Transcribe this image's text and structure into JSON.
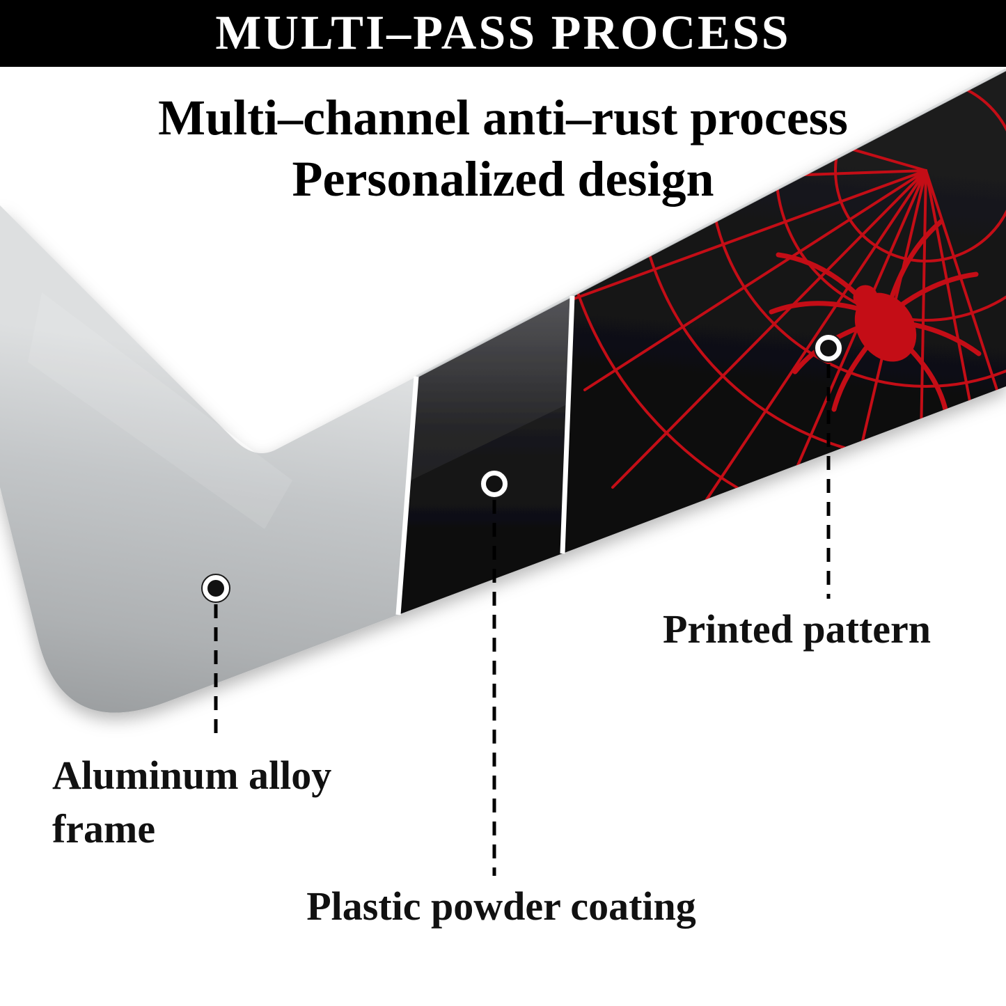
{
  "banner": {
    "title": "MULTI–PASS PROCESS"
  },
  "heading": {
    "line1": "Multi–channel anti–rust process",
    "line2": "Personalized design"
  },
  "callouts": {
    "aluminum": {
      "label": "Aluminum alloy frame"
    },
    "coating": {
      "label": "Plastic powder coating"
    },
    "pattern": {
      "label": "Printed pattern"
    }
  },
  "colors": {
    "banner_background": "#000000",
    "banner_text": "#ffffff",
    "web_red": "#c41016",
    "frame_silver": "#c7c9cb",
    "coating_black": "#141416",
    "label_text": "#111111"
  }
}
